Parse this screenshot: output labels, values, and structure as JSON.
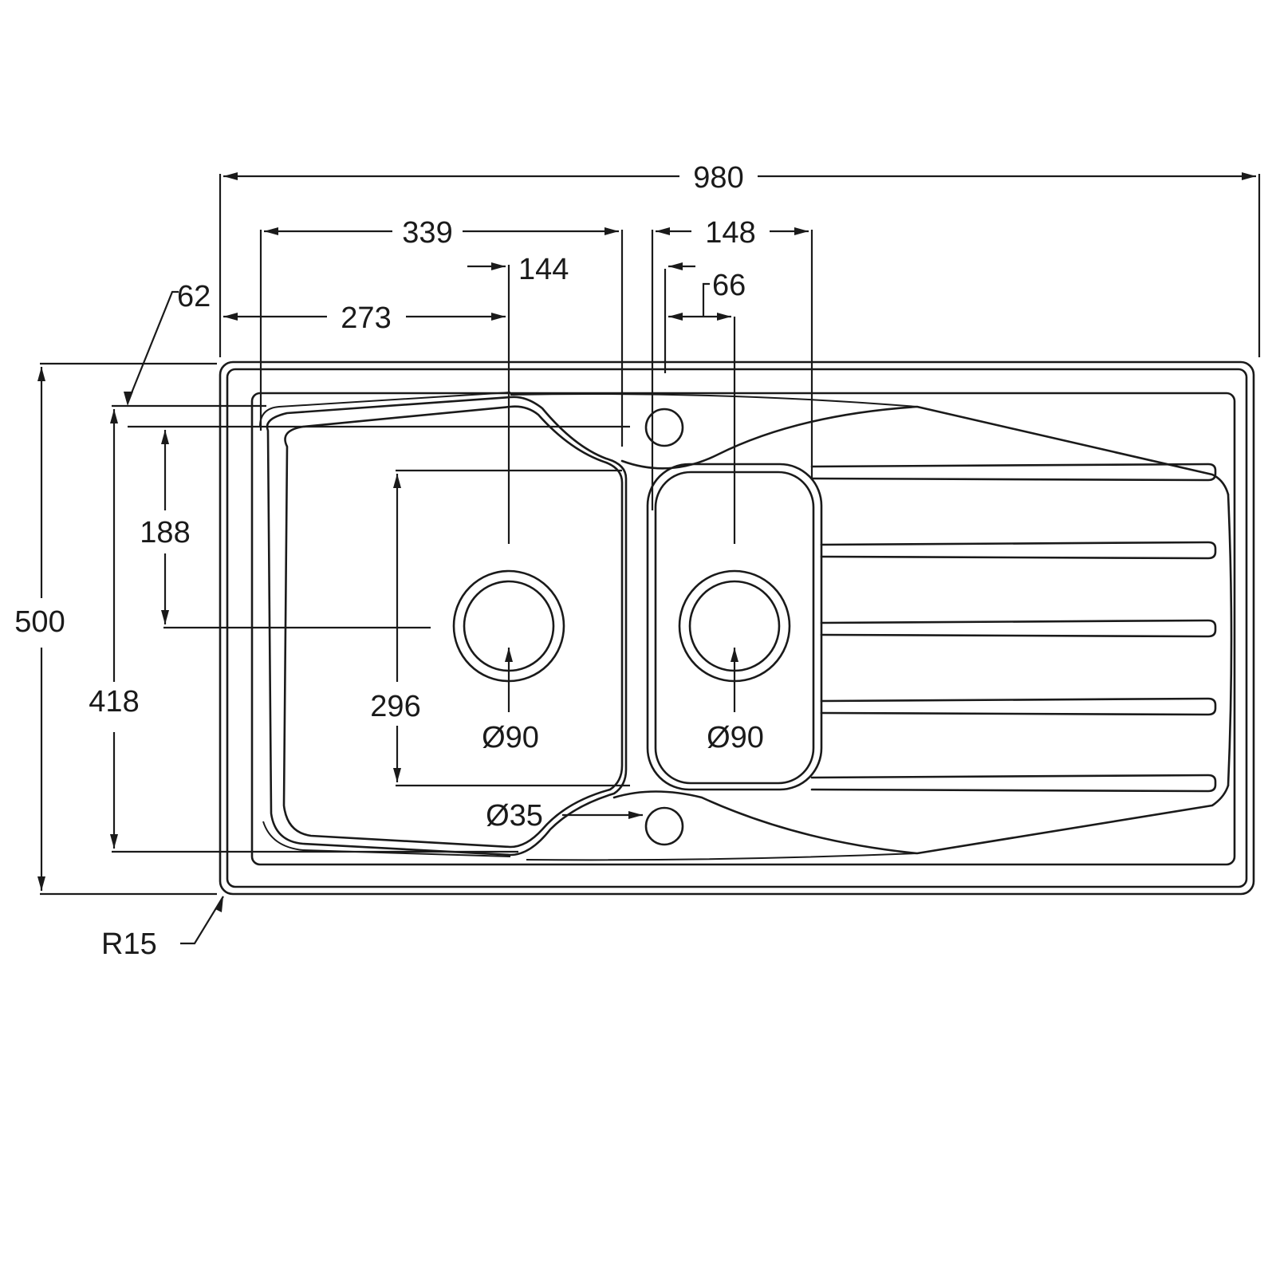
{
  "drawing": {
    "title": "Sink top-view dimension drawing",
    "units": "mm",
    "line_color": "#1a1a1a",
    "background": "#ffffff"
  },
  "dimensions": {
    "overall_width": "980",
    "overall_depth": "500",
    "main_bowl_width": "339",
    "main_drain_offset_from_bowl": "144",
    "main_drain_offset_from_edge": "273",
    "edge_to_bowl_offset": "62",
    "small_bowl_width": "148",
    "small_drain_offset": "66",
    "bowl_depth_outer": "418",
    "main_drain_from_top": "188",
    "small_bowl_depth": "296",
    "main_drain_diameter": "Ø90",
    "small_drain_diameter": "Ø90",
    "tap_hole_diameter": "Ø35",
    "corner_radius": "R15"
  },
  "features": {
    "drainer_grooves": 5,
    "tap_holes": 2,
    "bowls": 2
  }
}
